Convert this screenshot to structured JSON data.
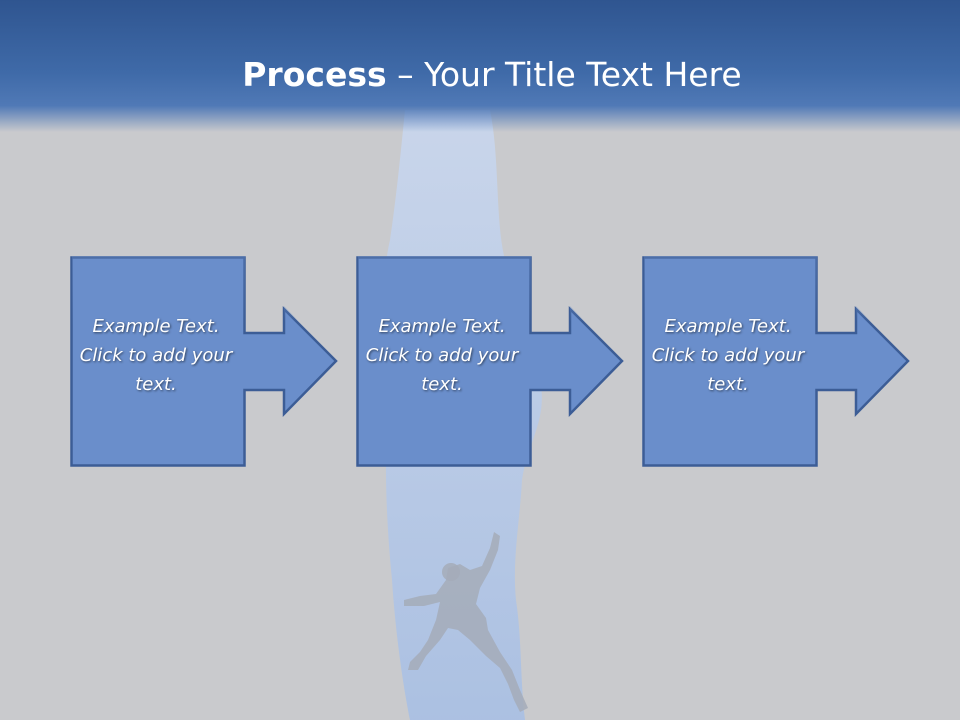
{
  "slide": {
    "title_bold": "Process",
    "title_rest": " – Your Title Text Here"
  },
  "steps": [
    {
      "text": "Example Text. Click  to add your text."
    },
    {
      "text": "Example Text. Click  to add your text."
    },
    {
      "text": "Example Text. Click  to add your text."
    }
  ],
  "colors": {
    "header_blue": "#3f6aa8",
    "box_fill": "#6a8ecb",
    "box_border": "#3c5d96",
    "background_gray": "#c9cacd",
    "climber_light_blue": "#b9cbe8",
    "title_text": "#ffffff"
  },
  "icons": {
    "arrow": "right-arrow-icon",
    "background_image": "rock-climber-silhouette"
  }
}
